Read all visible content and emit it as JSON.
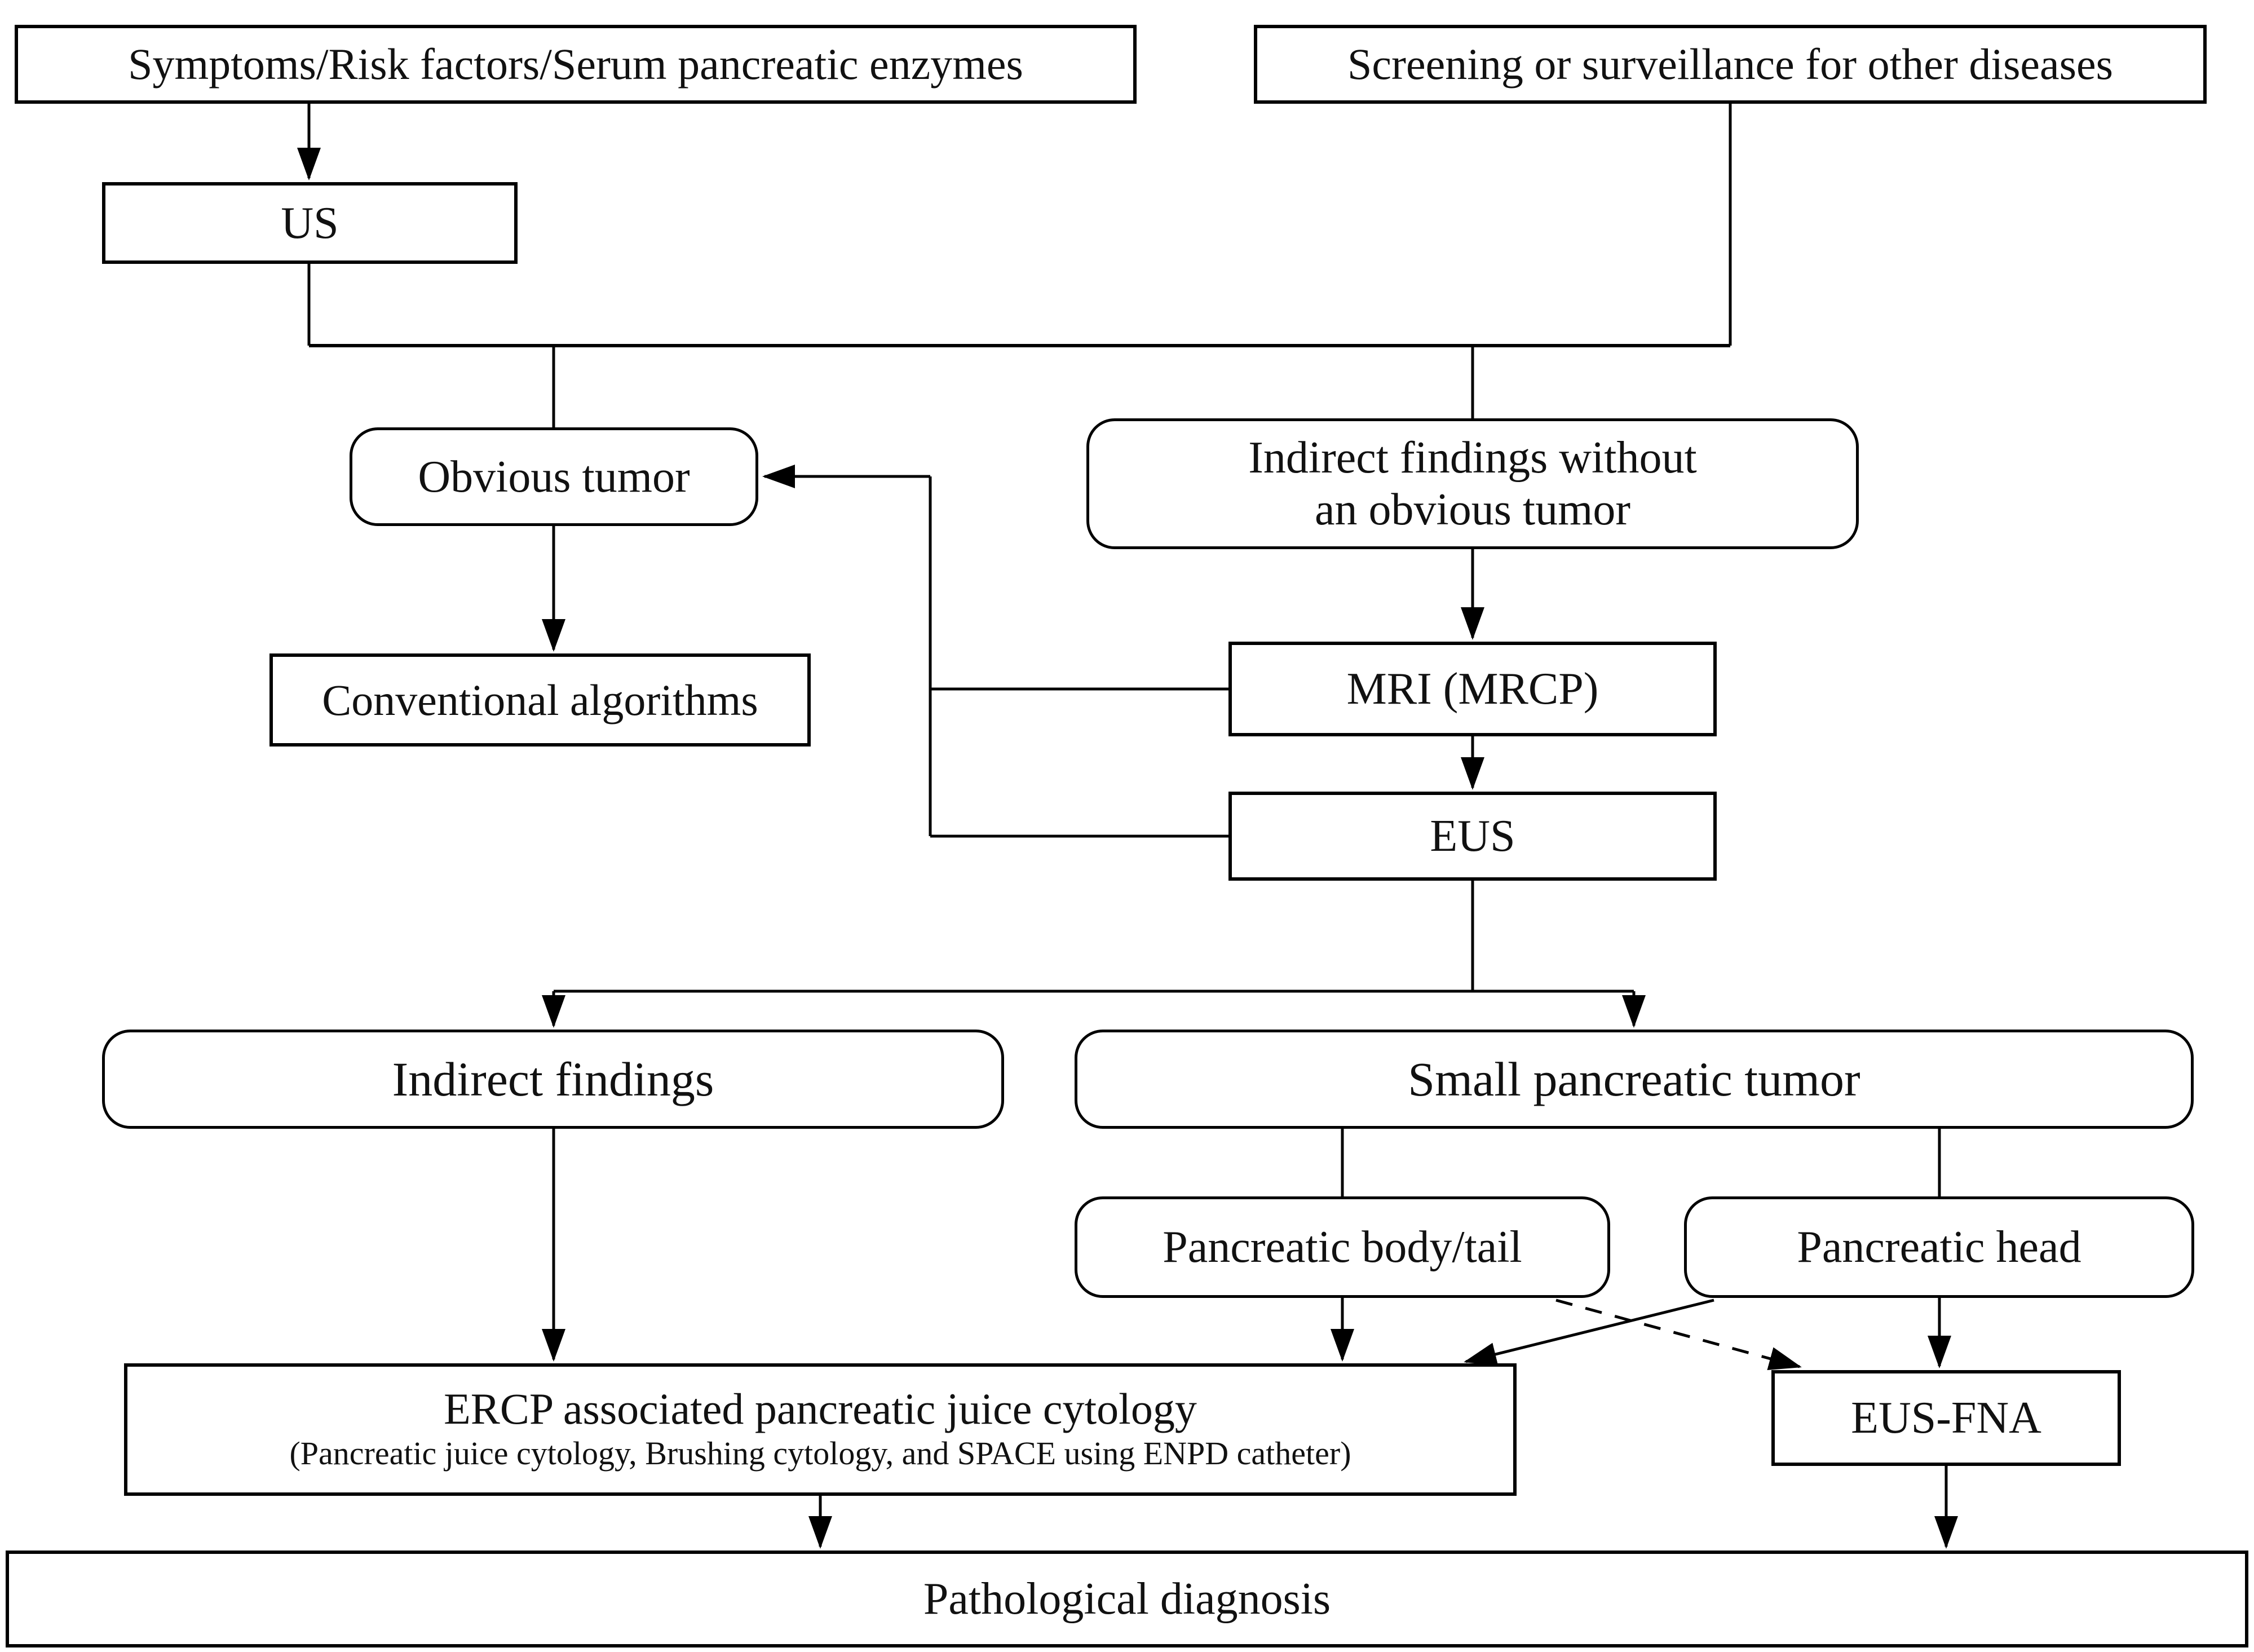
{
  "nodes": {
    "symptoms": "Symptoms/Risk factors/Serum pancreatic enzymes",
    "screening": "Screening or surveillance for other diseases",
    "us": "US",
    "obvious_tumor": "Obvious tumor",
    "indirect_without_tumor": {
      "line1": "Indirect findings without",
      "line2": "an obvious tumor"
    },
    "conventional_algorithms": "Conventional algorithms",
    "mri": "MRI (MRCP)",
    "eus": "EUS",
    "indirect_findings": "Indirect findings",
    "small_pancreatic_tumor": "Small pancreatic tumor",
    "pancreatic_body_tail": "Pancreatic body/tail",
    "pancreatic_head": "Pancreatic head",
    "ercp": {
      "title": "ERCP associated pancreatic juice cytology",
      "subtitle": "(Pancreatic juice cytology, Brushing cytology, and SPACE using ENPD catheter)"
    },
    "eus_fna": "EUS-FNA",
    "pathological_diagnosis": "Pathological diagnosis"
  },
  "edges": [
    {
      "from": "symptoms",
      "to": "us",
      "style": "solid",
      "arrow": true
    },
    {
      "from": "us",
      "to": "obvious_tumor",
      "style": "solid",
      "arrow": false
    },
    {
      "from": "us",
      "to": "indirect_without_tumor",
      "style": "solid",
      "arrow": false
    },
    {
      "from": "screening",
      "to": "indirect_without_tumor",
      "style": "solid",
      "arrow": false
    },
    {
      "from": "screening",
      "to": "obvious_tumor",
      "style": "solid",
      "arrow": false
    },
    {
      "from": "mri",
      "to": "obvious_tumor",
      "style": "solid",
      "arrow": true
    },
    {
      "from": "eus",
      "to": "obvious_tumor",
      "style": "solid",
      "arrow": true
    },
    {
      "from": "obvious_tumor",
      "to": "conventional_algorithms",
      "style": "solid",
      "arrow": true
    },
    {
      "from": "indirect_without_tumor",
      "to": "mri",
      "style": "solid",
      "arrow": true
    },
    {
      "from": "mri",
      "to": "eus",
      "style": "solid",
      "arrow": true
    },
    {
      "from": "eus",
      "to": "indirect_findings",
      "style": "solid",
      "arrow": true
    },
    {
      "from": "eus",
      "to": "small_pancreatic_tumor",
      "style": "solid",
      "arrow": true
    },
    {
      "from": "small_pancreatic_tumor",
      "to": "pancreatic_body_tail",
      "style": "solid",
      "arrow": false
    },
    {
      "from": "small_pancreatic_tumor",
      "to": "pancreatic_head",
      "style": "solid",
      "arrow": false
    },
    {
      "from": "indirect_findings",
      "to": "ercp",
      "style": "solid",
      "arrow": true
    },
    {
      "from": "pancreatic_body_tail",
      "to": "ercp",
      "style": "solid",
      "arrow": true
    },
    {
      "from": "pancreatic_head",
      "to": "ercp",
      "style": "solid",
      "arrow": true
    },
    {
      "from": "pancreatic_body_tail",
      "to": "eus_fna",
      "style": "dashed",
      "arrow": true
    },
    {
      "from": "pancreatic_head",
      "to": "eus_fna",
      "style": "solid",
      "arrow": true
    },
    {
      "from": "ercp",
      "to": "pathological_diagnosis",
      "style": "solid",
      "arrow": true
    },
    {
      "from": "eus_fna",
      "to": "pathological_diagnosis",
      "style": "solid",
      "arrow": true
    }
  ],
  "colors": {
    "line": "#000000",
    "text": "#111111",
    "background": "#ffffff"
  }
}
